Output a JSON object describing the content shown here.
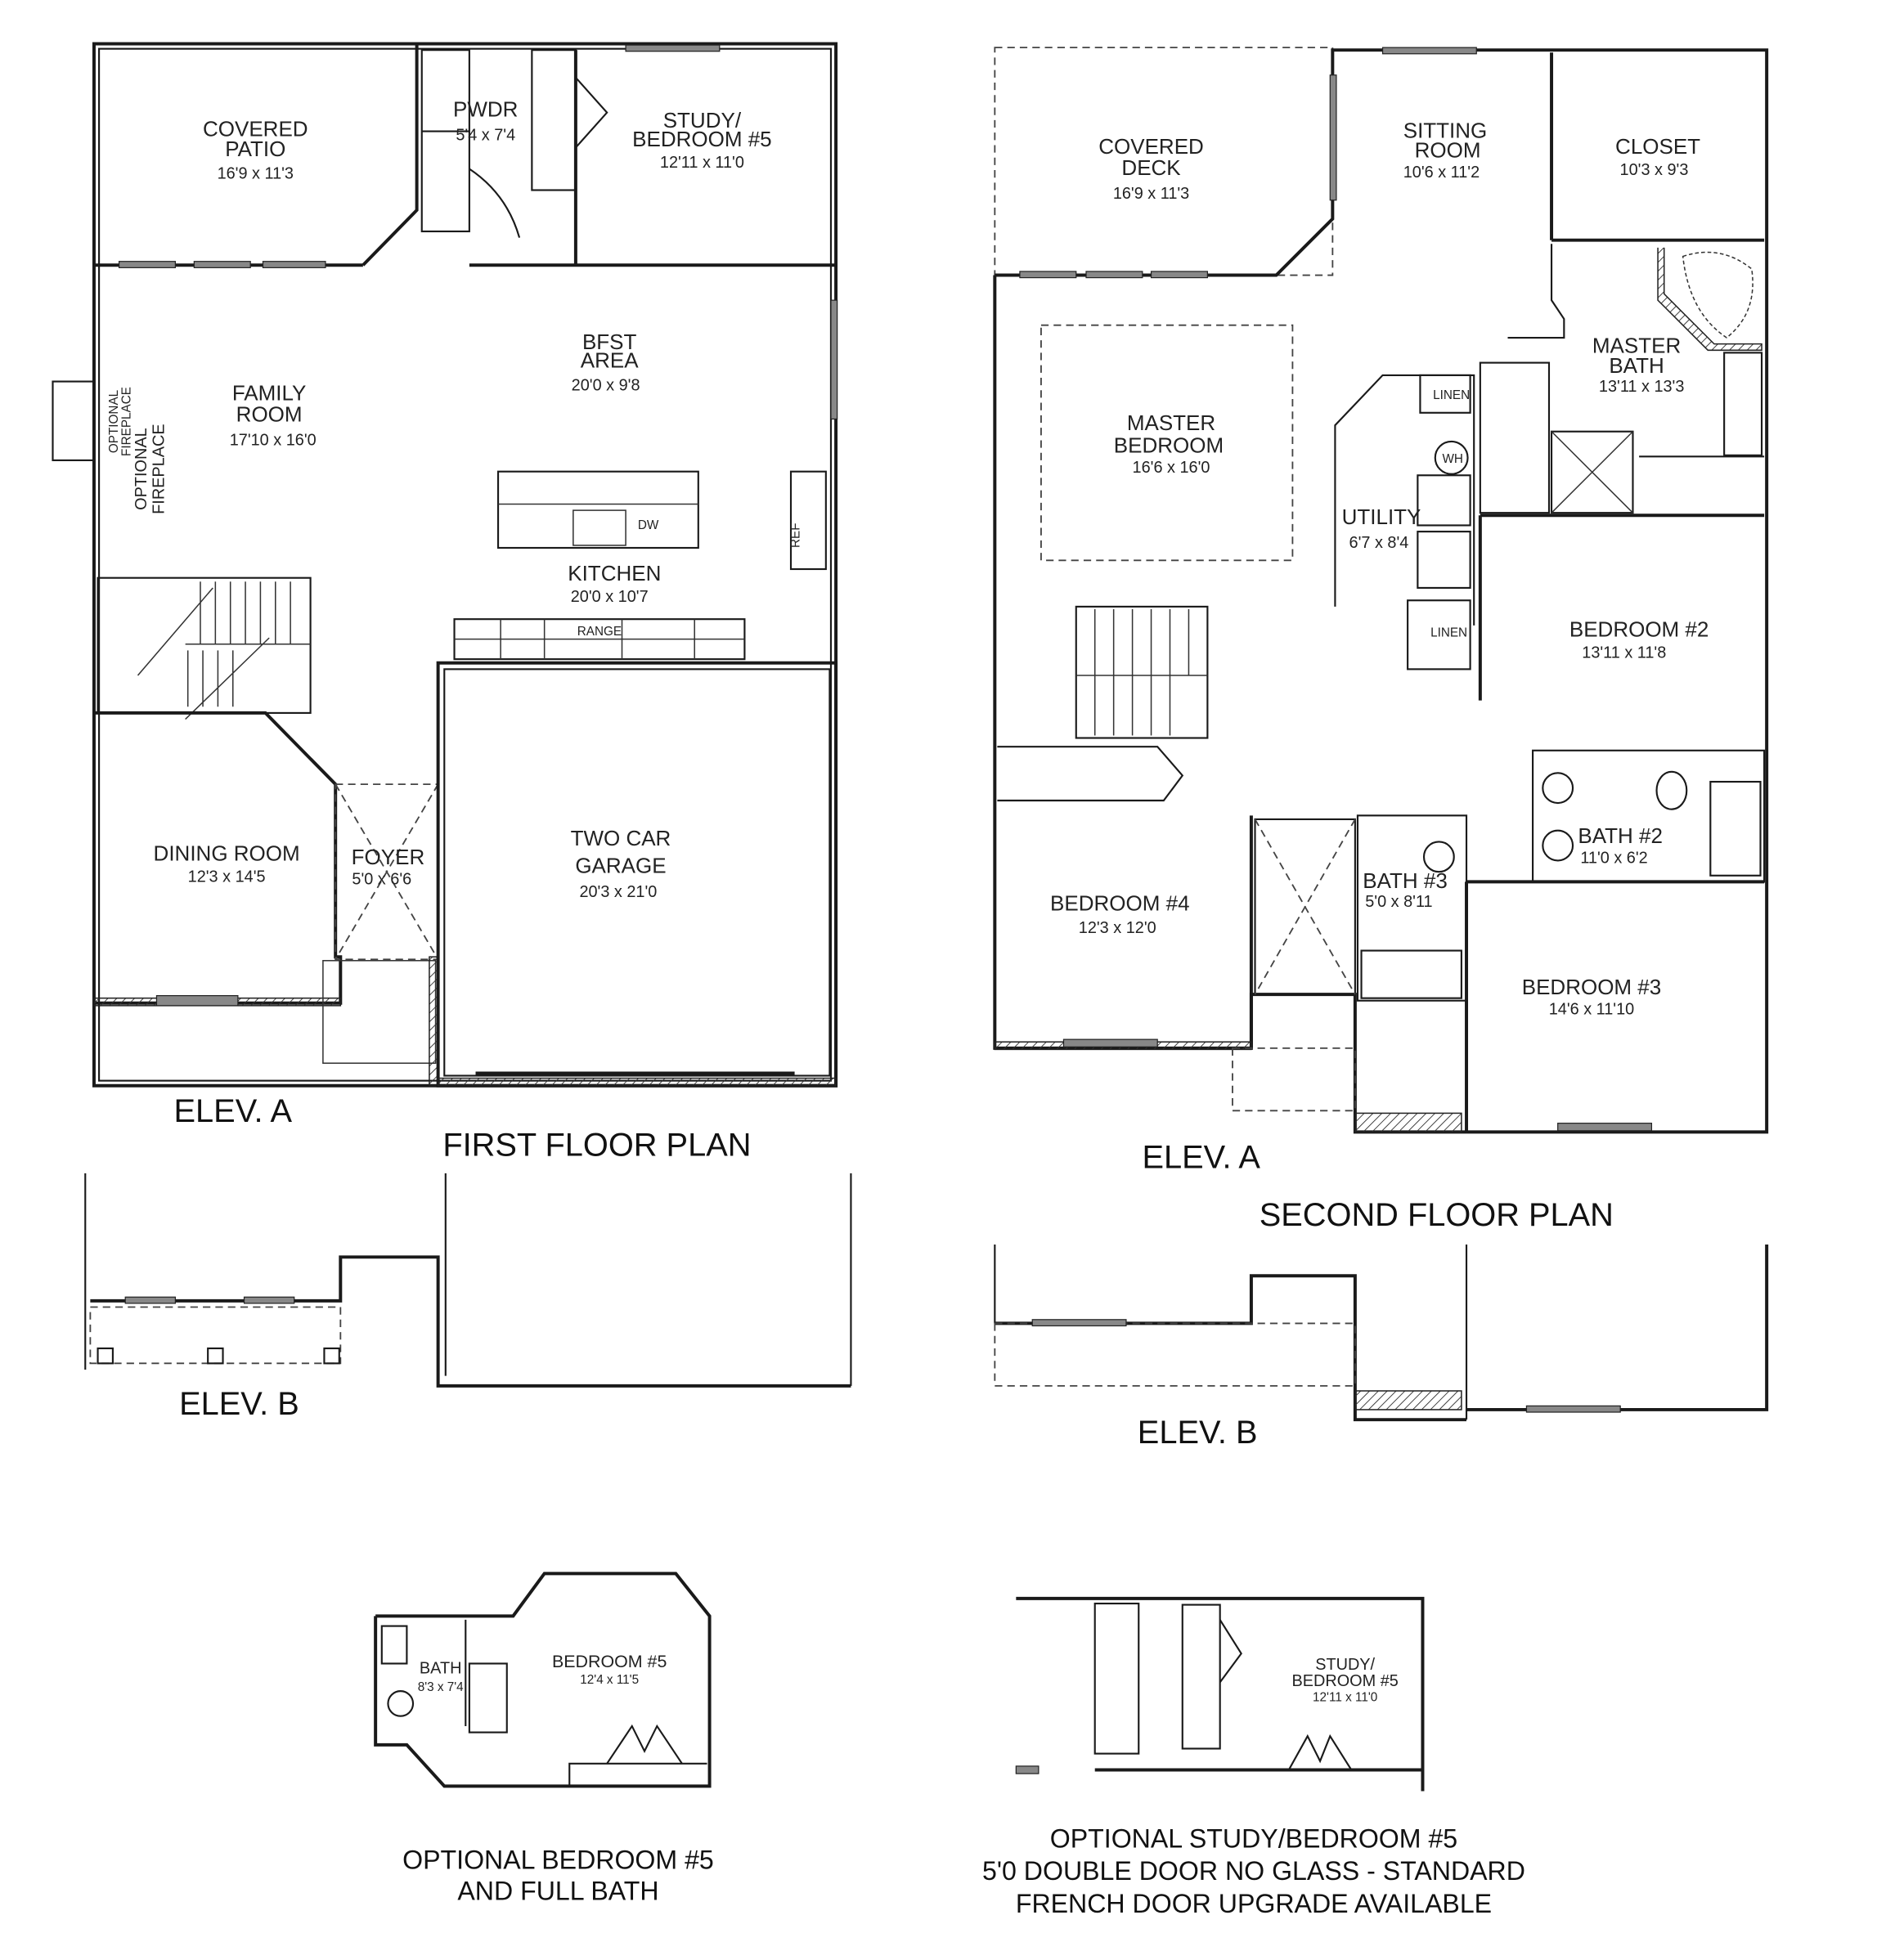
{
  "first_floor": {
    "title": "FIRST FLOOR PLAN",
    "elev_a": "ELEV. A",
    "elev_b": "ELEV. B",
    "rooms": {
      "covered_patio": {
        "l1": "COVERED",
        "l2": "PATIO",
        "dim": "16'9 x 11'3"
      },
      "powder": {
        "l1": "PWDR",
        "dim": "5'4 x 7'4"
      },
      "study": {
        "l1": "STUDY/",
        "l2": "BEDROOM #5",
        "dim": "12'11 x 11'0"
      },
      "bfst": {
        "l1": "BFST",
        "l2": "AREA",
        "dim": "20'0 x 9'8"
      },
      "family": {
        "l1": "FAMILY",
        "l2": "ROOM",
        "dim": "17'10 x 16'0"
      },
      "fireplace_small": {
        "l1": "OPTIONAL",
        "l2": "FIREPLACE"
      },
      "fireplace_large": {
        "l1": "OPTIONAL",
        "l2": "FIREPLACE"
      },
      "kitchen": {
        "l1": "KITCHEN",
        "dim": "20'0 x 10'7"
      },
      "dining": {
        "l1": "DINING ROOM",
        "dim": "12'3 x 14'5"
      },
      "foyer": {
        "l1": "FOYER",
        "dim": "5'0 x 6'6"
      },
      "garage": {
        "l1": "TWO CAR",
        "l2": "GARAGE",
        "dim": "20'3 x 21'0"
      }
    },
    "appliances": {
      "dw": "DW",
      "ref": "REF",
      "range": "RANGE"
    }
  },
  "second_floor": {
    "title": "SECOND FLOOR PLAN",
    "elev_a": "ELEV. A",
    "elev_b": "ELEV. B",
    "rooms": {
      "covered_deck": {
        "l1": "COVERED",
        "l2": "DECK",
        "dim": "16'9 x 11'3"
      },
      "sitting": {
        "l1": "SITTING",
        "l2": "ROOM",
        "dim": "10'6 x 11'2"
      },
      "closet": {
        "l1": "CLOSET",
        "dim": "10'3 x 9'3"
      },
      "master_bath": {
        "l1": "MASTER",
        "l2": "BATH",
        "dim": "13'11 x 13'3"
      },
      "master_bedroom": {
        "l1": "MASTER",
        "l2": "BEDROOM",
        "dim": "16'6 x 16'0"
      },
      "utility": {
        "l1": "UTILITY",
        "dim": "6'7 x 8'4"
      },
      "bedroom2": {
        "l1": "BEDROOM #2",
        "dim": "13'11 x 11'8"
      },
      "bath2": {
        "l1": "BATH #2",
        "dim": "11'0 x 6'2"
      },
      "bath3": {
        "l1": "BATH #3",
        "dim": "5'0 x 8'11"
      },
      "bedroom4": {
        "l1": "BEDROOM #4",
        "dim": "12'3 x 12'0"
      },
      "bedroom3": {
        "l1": "BEDROOM #3",
        "dim": "14'6 x 11'10"
      }
    },
    "labels": {
      "linen_upper": "LINEN",
      "linen_lower": "LINEN",
      "wh": "WH"
    }
  },
  "options": {
    "bedroom5_bath": {
      "bath": {
        "l1": "BATH",
        "dim": "8'3 x 7'4"
      },
      "bedroom": {
        "l1": "BEDROOM #5",
        "dim": "12'4 x 11'5"
      },
      "caption": [
        "OPTIONAL BEDROOM #5",
        "AND FULL BATH"
      ]
    },
    "study_bedroom5": {
      "room": {
        "l1": "STUDY/",
        "l2": "BEDROOM #5",
        "dim": "12'11 x 11'0"
      },
      "caption": [
        "OPTIONAL STUDY/BEDROOM #5",
        "5'0 DOUBLE DOOR NO GLASS - STANDARD",
        "FRENCH DOOR UPGRADE AVAILABLE"
      ]
    }
  }
}
